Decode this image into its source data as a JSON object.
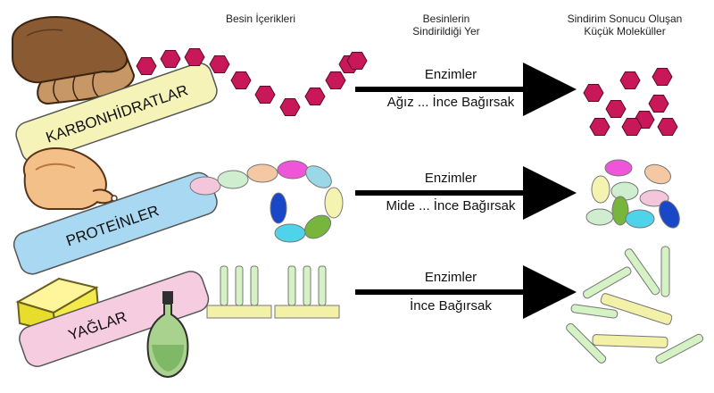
{
  "headers": {
    "contents": "Besin İçerikleri",
    "place_line1": "Besinlerin",
    "place_line2": "Sindirildiği Yer",
    "result_line1": "Sindirim Sonucu Oluşan",
    "result_line2": "Küçük Moleküller"
  },
  "rows": [
    {
      "name": "KARBONHİDRATLAR",
      "enzyme": "Enzimler",
      "place": "Ağız ... İnce Bağırsak",
      "color": "#f5f3b8"
    },
    {
      "name": "PROTEİNLER",
      "enzyme": "Enzimler",
      "place": "Mide ... İnce Bağırsak",
      "color": "#a9d9f2"
    },
    {
      "name": "YAĞLAR",
      "enzyme": "Enzimler",
      "place": "İnce Bağırsak",
      "color": "#f6cde0"
    }
  ],
  "colors": {
    "hexagon": "#c8185a",
    "fat_chain": "#f3f0a8",
    "fatty_acid": "#d4f2c4",
    "arrow": "#000000"
  },
  "icons": [
    "bread-icon",
    "chicken-icon",
    "butter-icon",
    "oil-bottle-icon"
  ]
}
